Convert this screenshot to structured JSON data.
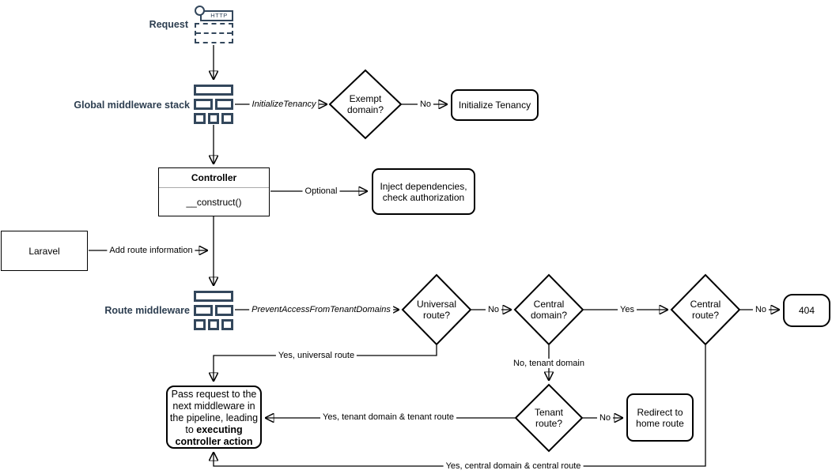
{
  "diagram": {
    "colors": {
      "navy_label": "#2d3e50",
      "icon_stroke": "#33475c",
      "line": "#000000"
    },
    "icons": {
      "http_label": "HTTP"
    },
    "side_labels": {
      "request": "Request",
      "global_middleware_stack": "Global middleware stack",
      "route_middleware": "Route middleware"
    },
    "nodes": {
      "exempt_domain": "Exempt domain?",
      "initialize_tenancy": "Initialize Tenancy",
      "controller_title": "Controller",
      "controller_method": "__construct()",
      "inject_dependencies": "Inject dependencies, check authorization",
      "laravel": "Laravel",
      "universal_route": "Universal route?",
      "central_domain": "Central domain?",
      "central_route": "Central route?",
      "not_found": "404",
      "tenant_route": "Tenant route?",
      "redirect_home": "Redirect to home route",
      "pass_request_prefix": "Pass request to the next middleware in the pipeline, leading to ",
      "pass_request_emphasis": "executing controller action"
    },
    "edge_labels": {
      "initialize_tenancy_middleware": "InitializeTenancy",
      "exempt_domain_no": "No",
      "controller_optional": "Optional",
      "add_route_information": "Add route information",
      "prevent_access_middleware": "PreventAccessFromTenantDomains",
      "universal_route_no": "No",
      "central_domain_yes": "Yes",
      "central_route_no": "No",
      "universal_route_yes": "Yes, universal route",
      "central_domain_no": "No, tenant domain",
      "tenant_route_no": "No",
      "tenant_route_yes": "Yes, tenant domain & tenant route",
      "central_route_yes": "Yes, central domain & central route"
    }
  }
}
